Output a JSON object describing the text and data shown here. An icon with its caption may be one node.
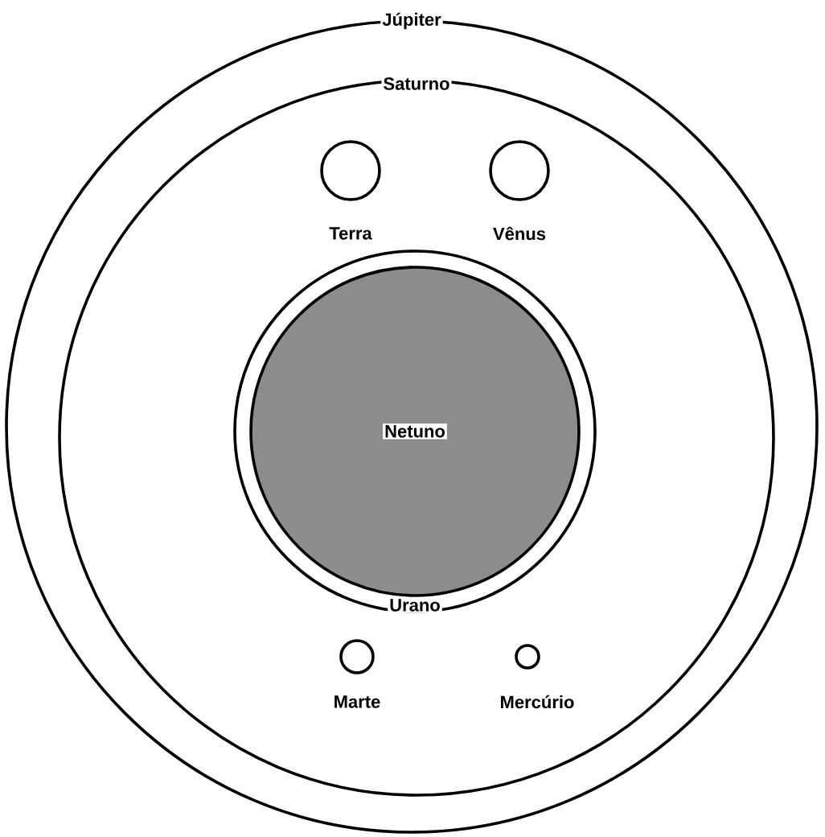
{
  "diagram": {
    "nodes": [
      {
        "text": [
          "Júpiter"
        ]
      },
      {
        "text": [
          "Saturno"
        ],
        "in": 0
      },
      {
        "text": [
          "Terra"
        ],
        "in": 1
      },
      {
        "text": [
          "Vênus"
        ],
        "in": 1
      },
      {
        "text": [
          "Urano"
        ],
        "in": 1
      },
      {
        "text": [
          "Netuno"
        ],
        "in": 4
      },
      {
        "text": [
          "Marte"
        ],
        "in": 1
      },
      {
        "text": [
          "Mercúrio"
        ],
        "in": 1
      }
    ]
  }
}
